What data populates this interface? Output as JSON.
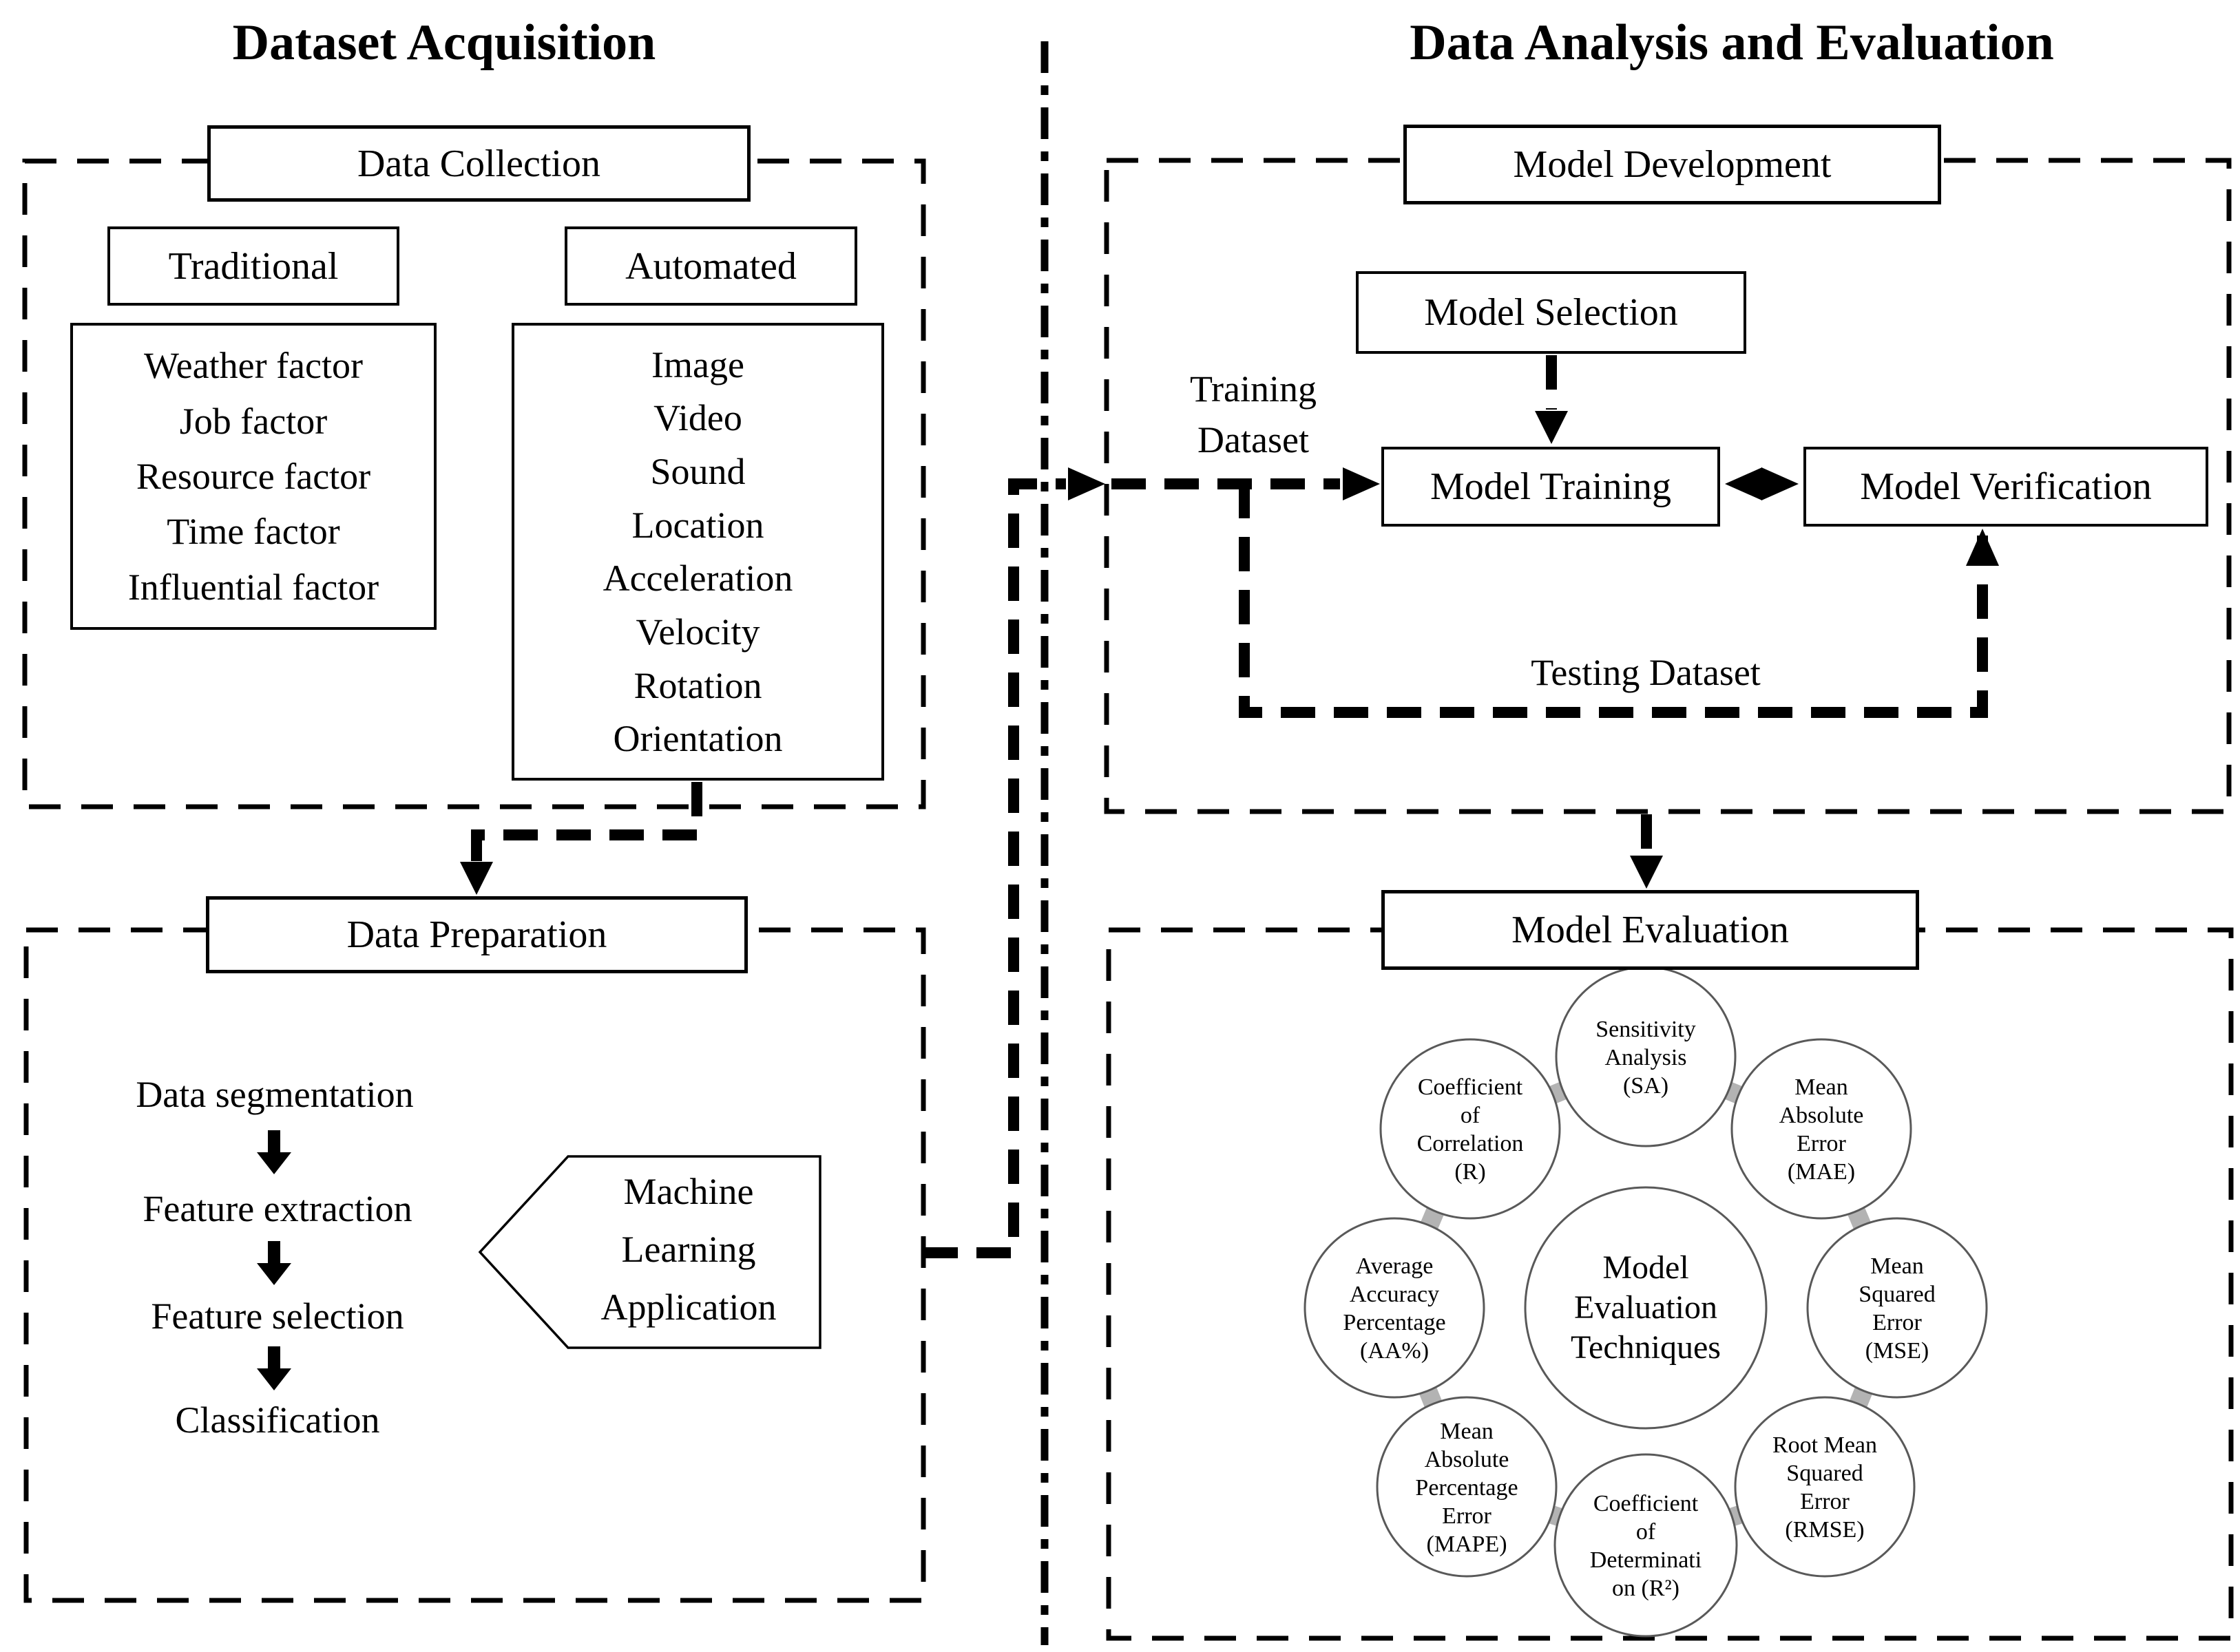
{
  "colors": {
    "line_black": "#000000",
    "circle_stroke": "#595959",
    "link_gray": "#b3b3b3",
    "background": "#ffffff"
  },
  "left": {
    "title": "Dataset Acquisition",
    "collection": {
      "header": "Data Collection",
      "traditional_label": "Traditional",
      "automated_label": "Automated",
      "traditional_items": [
        "Weather factor",
        "Job factor",
        "Resource factor",
        "Time factor",
        "Influential factor"
      ],
      "automated_items": [
        "Image",
        "Video",
        "Sound",
        "Location",
        "Acceleration",
        "Velocity",
        "Rotation",
        "Orientation"
      ]
    },
    "preparation": {
      "header": "Data Preparation",
      "steps": [
        "Data segmentation",
        "Feature extraction",
        "Feature selection",
        "Classification"
      ],
      "ml_application": "Machine\nLearning\nApplication"
    }
  },
  "right": {
    "title": "Data Analysis and Evaluation",
    "development": {
      "header": "Model Development",
      "model_selection": "Model Selection",
      "model_training": "Model Training",
      "model_verification": "Model Verification",
      "training_dataset_label": "Training\nDataset",
      "testing_dataset_label": "Testing Dataset"
    },
    "evaluation": {
      "header": "Model Evaluation",
      "center": "Model\nEvaluation\nTechniques",
      "sensitivity": "Sensitivity\nAnalysis\n(SA)",
      "mae": "Mean\nAbsolute\nError\n(MAE)",
      "mse": "Mean\nSquared\nError\n(MSE)",
      "rmse": "Root Mean\nSquared\nError\n(RMSE)",
      "r2": "Coefficient\nof\nDeterminati\non (R²)",
      "mape": "Mean\nAbsolute\nPercentage\nError\n(MAPE)",
      "aa": "Average\nAccuracy\nPercentage\n(AA%)",
      "r": "Coefficient\nof\nCorrelation\n(R)"
    }
  }
}
